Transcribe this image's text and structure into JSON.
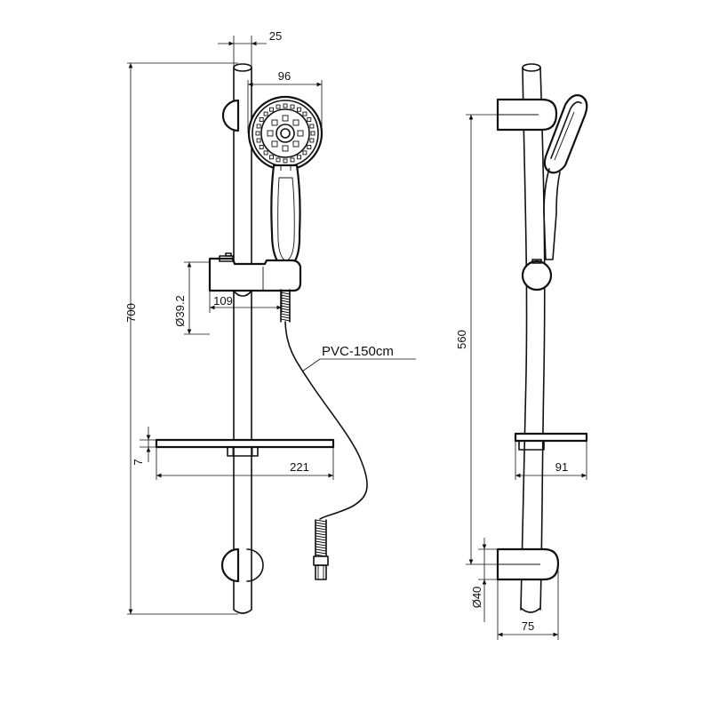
{
  "front_view": {
    "dim_bar_length": "700",
    "dim_bar_diameter": "25",
    "dim_head_width": "96",
    "dim_holder_diameter": "Ø39.2",
    "dim_holder_length": "109",
    "dim_shelf_thickness": "7",
    "dim_shelf_width": "221",
    "hose_label": "PVC-150cm"
  },
  "side_view": {
    "dim_bracket_spacing": "560",
    "dim_shelf_depth": "91",
    "dim_bracket_diameter": "Ø40",
    "dim_bracket_depth": "75"
  }
}
